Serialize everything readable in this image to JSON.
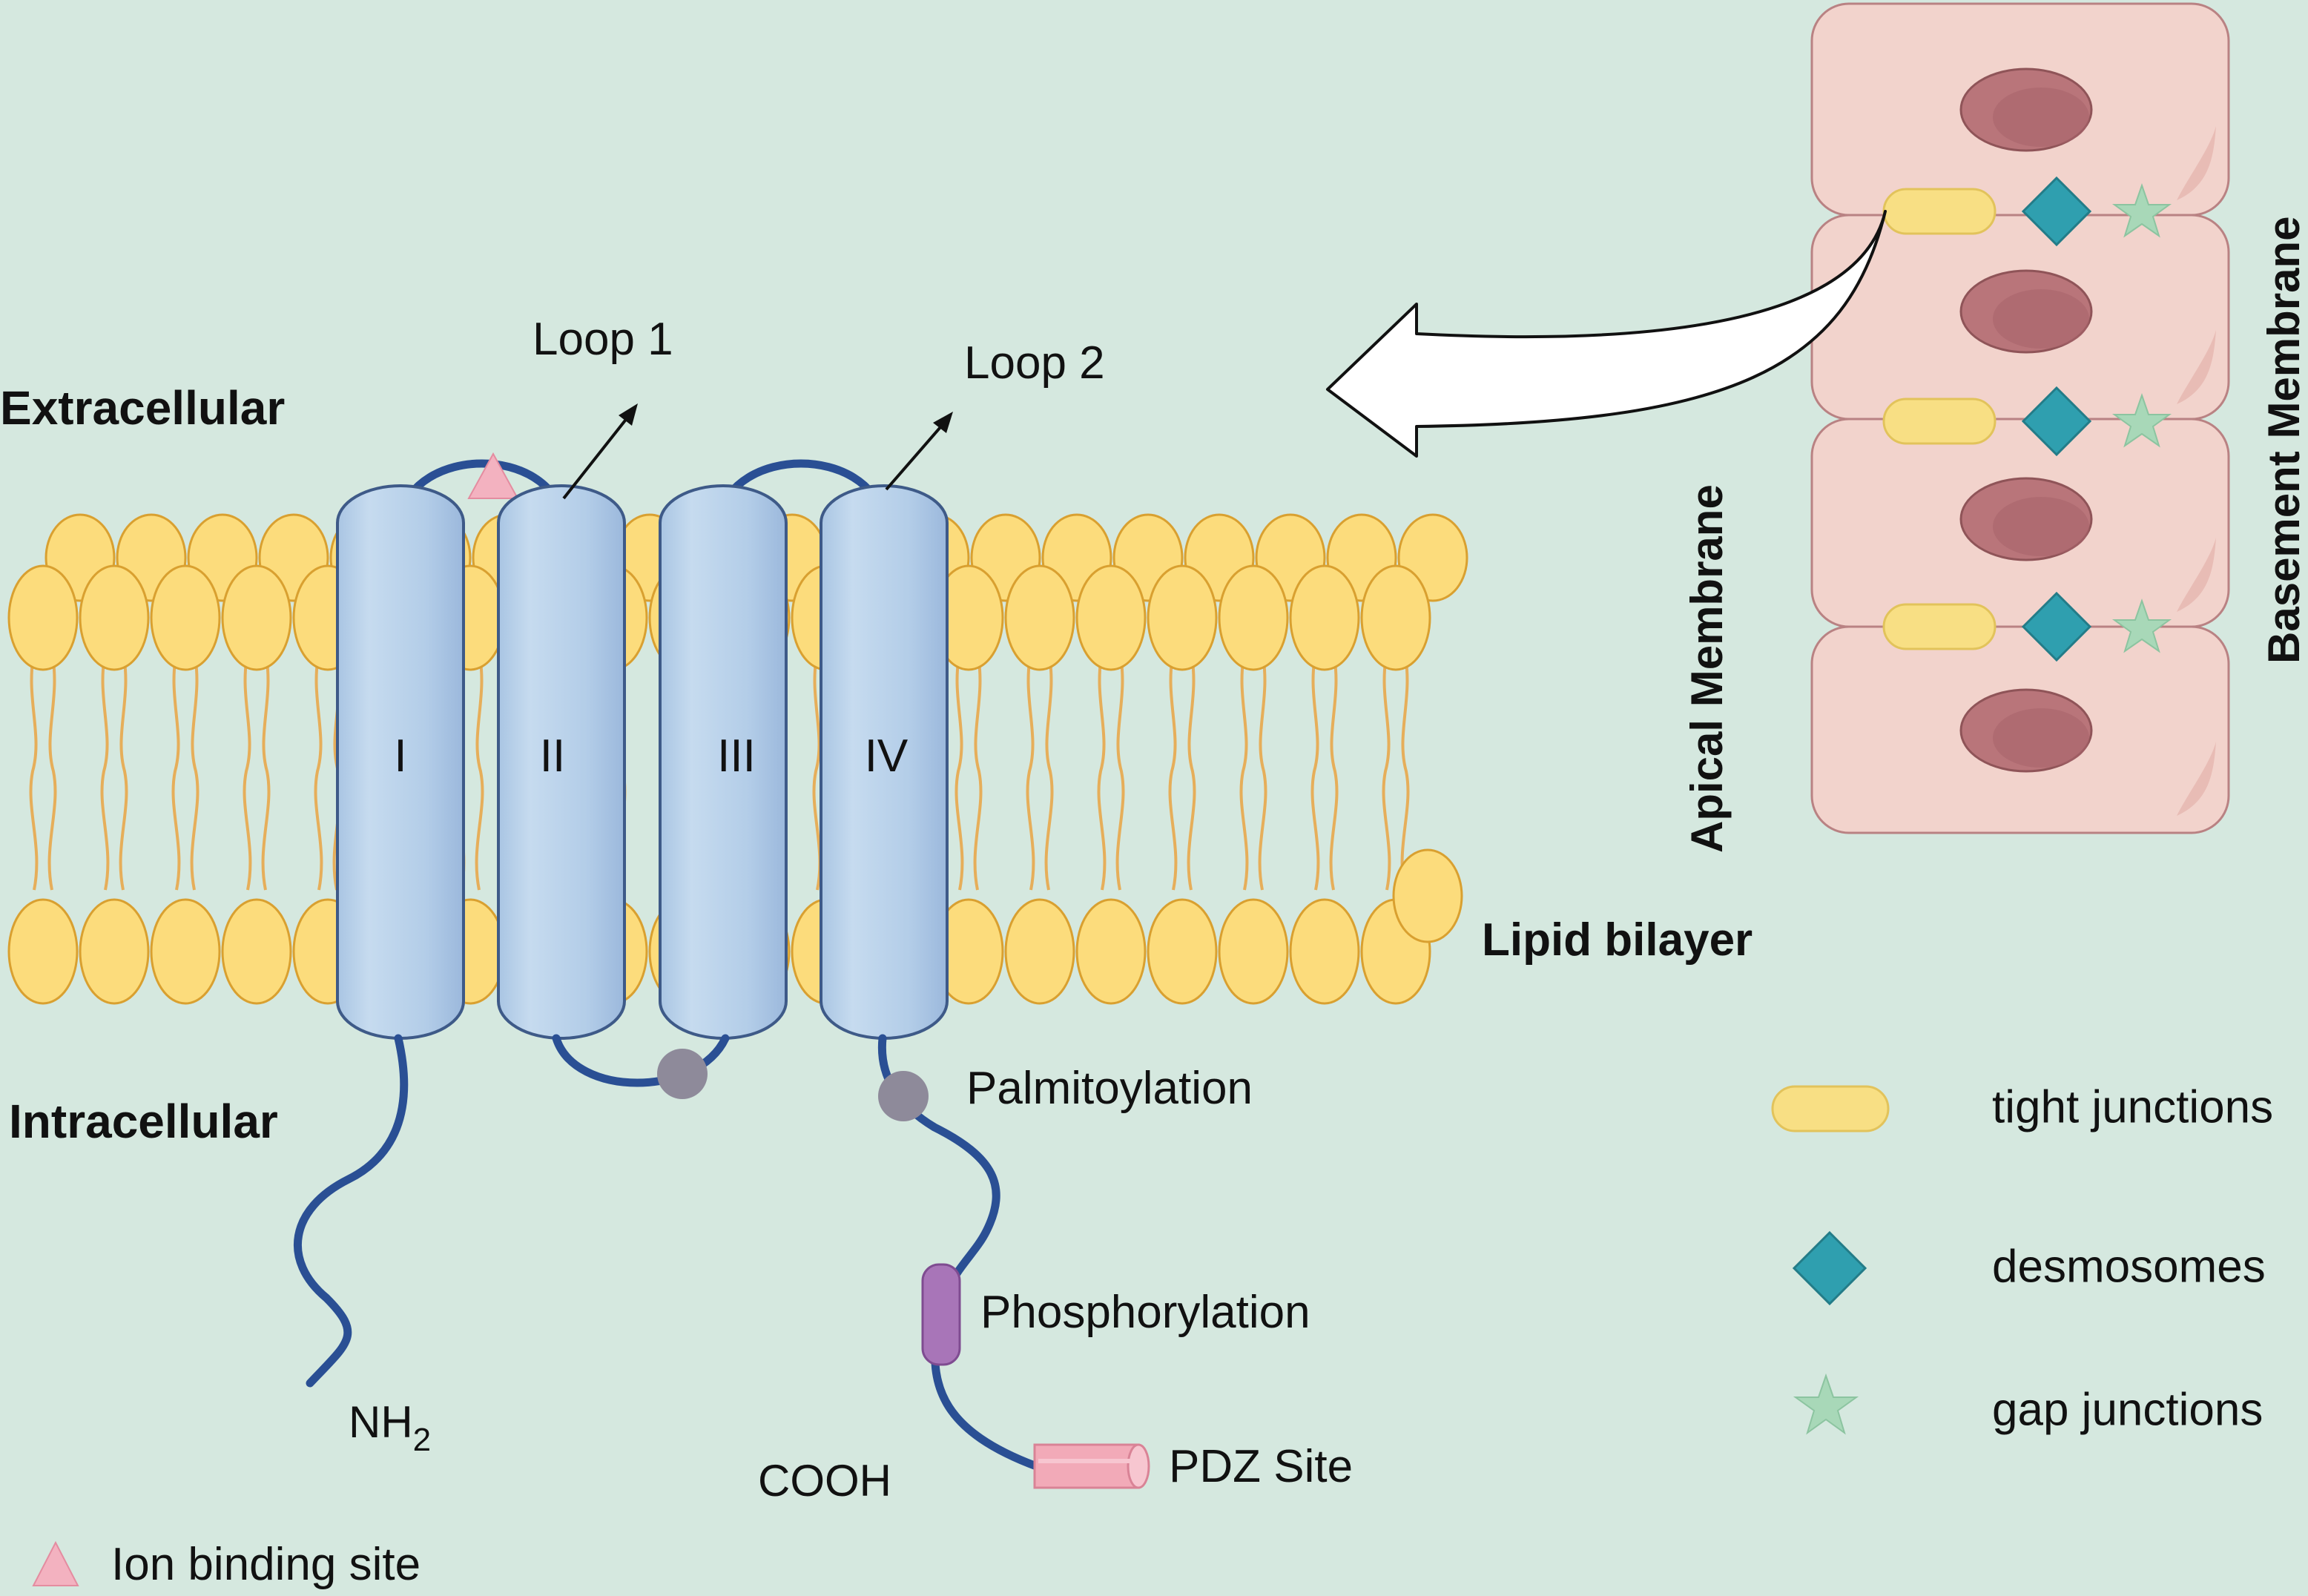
{
  "regions": {
    "extracellular": "Extracellular",
    "intracellular": "Intracellular",
    "lipid_bilayer": "Lipid bilayer",
    "apical_membrane": "Apical Membrane",
    "basement_membrane": "Basement Membrane"
  },
  "loops": {
    "loop1": "Loop 1",
    "loop2": "Loop 2"
  },
  "helices": [
    "I",
    "II",
    "III",
    "IV"
  ],
  "termini": {
    "n_base": "NH",
    "n_sub": "2",
    "c": "COOH"
  },
  "modifications": {
    "palmitoylation": "Palmitoylation",
    "phosphorylation": "Phosphorylation",
    "pdz": "PDZ Site"
  },
  "legend": {
    "ion_binding": "Ion binding site",
    "tight": "tight junctions",
    "desmosomes": "desmosomes",
    "gap": "gap junctions"
  },
  "colors": {
    "background": "#d5e8df",
    "lipid_head": "#fcdc7c",
    "lipid_stroke": "#d9a030",
    "helix": "#b8d2ea",
    "helix_stroke": "#3e5a88",
    "backbone": "#2a4f94",
    "cell": "#f2d3cc",
    "nucleus": "#b9757a",
    "tight_junction": "#f8df84",
    "desmosome": "#2f9faf",
    "gap_junction": "#a8d8b8",
    "palmitoyl": "#8e8a9a",
    "phospho": "#a875b8",
    "pdz": "#f2aab8",
    "ion_site": "#f3b2c0"
  }
}
